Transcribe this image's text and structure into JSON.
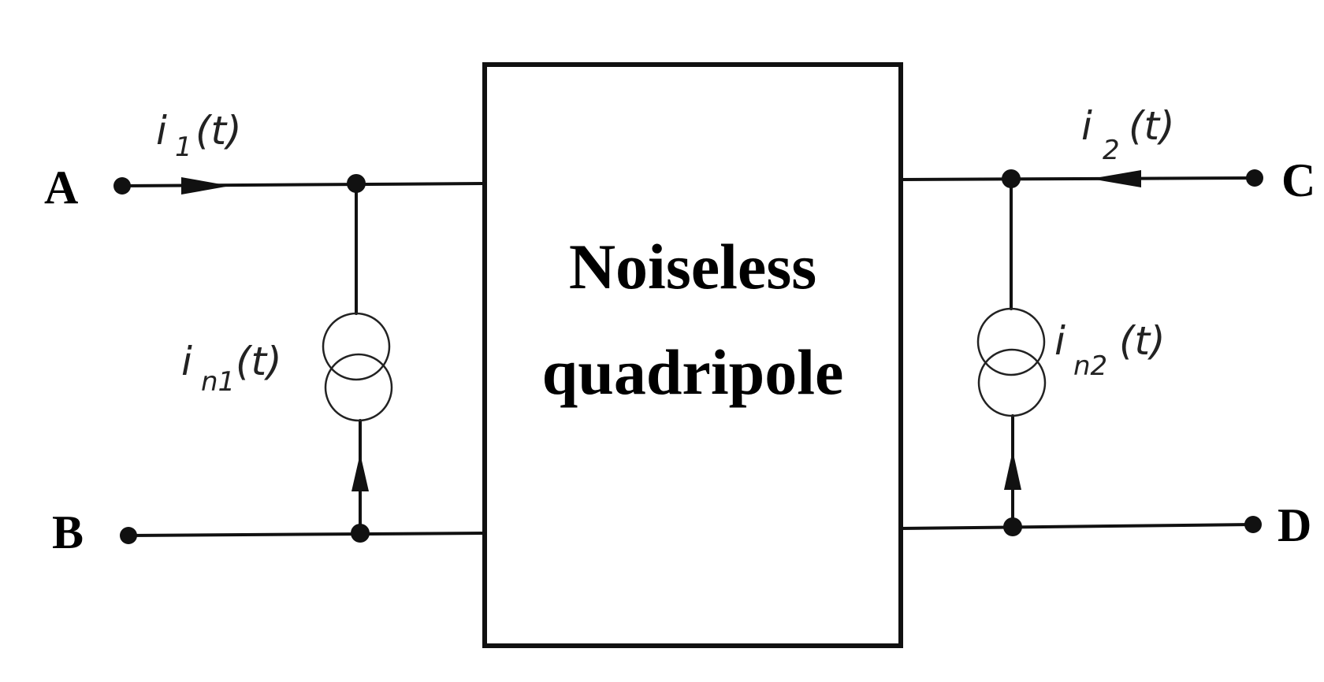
{
  "terminals": {
    "a": "A",
    "b": "B",
    "c": "C",
    "d": "D"
  },
  "quadripole": {
    "line1": "Noiseless",
    "line2": "quadripole"
  },
  "currents": {
    "i1": {
      "symbol": "i",
      "sub": "1",
      "arg": "(t)"
    },
    "i2": {
      "symbol": "i",
      "sub": "2",
      "arg": "(t)"
    },
    "in1": {
      "symbol": "i",
      "sub": "n1",
      "arg": "(t)"
    },
    "in2": {
      "symbol": "i",
      "sub": "n2",
      "arg": "(t)"
    }
  }
}
